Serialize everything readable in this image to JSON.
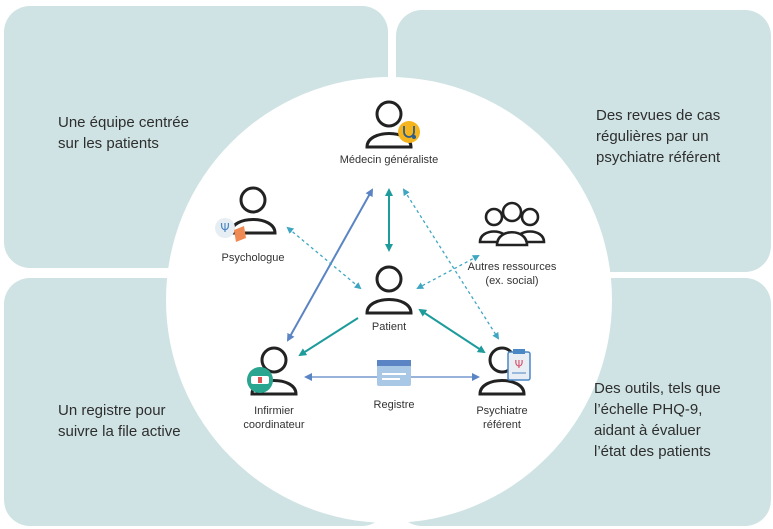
{
  "quadrants": {
    "top_left": [
      "Une équipe centrée",
      "sur les patients"
    ],
    "top_right": [
      "Des revues de cas",
      "régulières par un",
      "psychiatre référent"
    ],
    "bottom_left": [
      "Un registre pour",
      "suivre la file active"
    ],
    "bottom_right": [
      "Des outils, tels que",
      "l’échelle PHQ-9,",
      "aidant à évaluer",
      "l’état des patients"
    ]
  },
  "nodes": {
    "gp": "Médecin généraliste",
    "psychologist": "Psychologue",
    "other_resources": [
      "Autres ressources",
      "(ex. social)"
    ],
    "patient": "Patient",
    "nurse": [
      "Infirmier",
      "coordinateur"
    ],
    "registry": "Registre",
    "psychiatrist": [
      "Psychiatre",
      "référent"
    ]
  },
  "colors": {
    "panel": "#cfe3e4",
    "teal_arrow": "#1e9b9b",
    "blue_arrow": "#5b84c4",
    "dashed_arrow": "#3fa6c2",
    "icon_stroke": "#222222"
  }
}
